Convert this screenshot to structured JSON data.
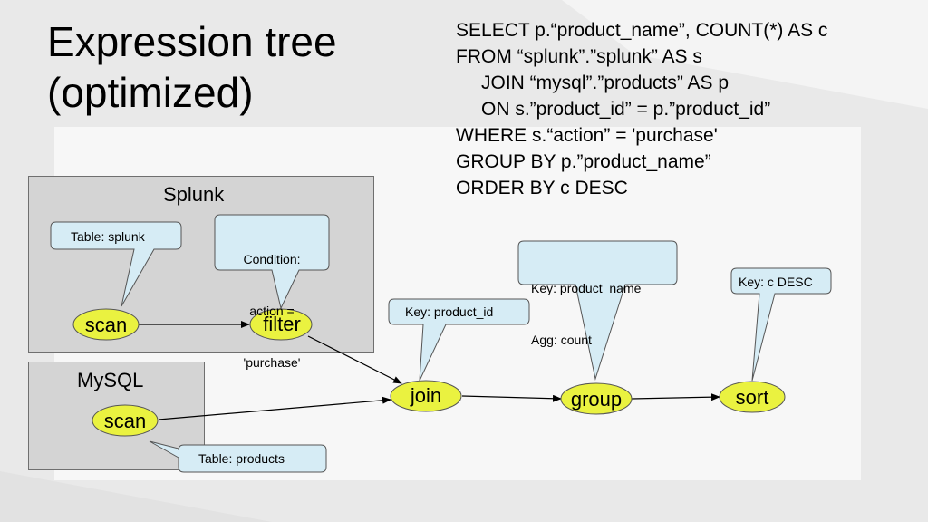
{
  "title": {
    "line1": "Expression tree",
    "line2": "(optimized)"
  },
  "sql": {
    "lines": [
      "SELECT p.“product_name”, COUNT(*) AS c",
      "FROM “splunk”.”splunk” AS s",
      "JOIN “mysql”.”products” AS p",
      "ON s.”product_id” = p.”product_id”",
      "WHERE s.“action” = 'purchase'",
      "GROUP BY p.”product_name”",
      "ORDER BY c DESC"
    ]
  },
  "regions": {
    "splunk": "Splunk",
    "mysql": "MySQL"
  },
  "nodes": {
    "scan_splunk": "scan",
    "filter": "filter",
    "scan_mysql": "scan",
    "join": "join",
    "group": "group",
    "sort": "sort"
  },
  "callouts": {
    "table_splunk": "Table: splunk",
    "condition": {
      "line1": "Condition:",
      "line2": "action =",
      "line3": "'purchase'"
    },
    "table_products": "Table: products",
    "key_product_id": "Key: product_id",
    "group_key": {
      "line1": "Key: product_name",
      "line2": "Agg: count"
    },
    "sort_key": "Key: c DESC"
  },
  "colors": {
    "node_fill": "#eaf240",
    "callout_fill": "#d6ecf5",
    "region_fill": "#d4d4d4"
  }
}
